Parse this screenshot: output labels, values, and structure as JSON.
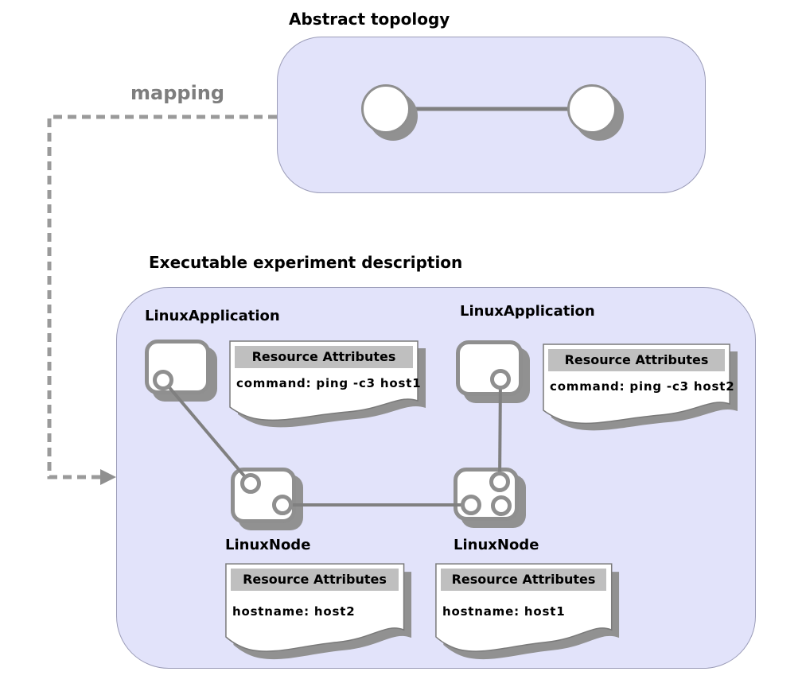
{
  "abstract": {
    "title": "Abstract topology"
  },
  "mapping_label": "mapping",
  "experiment": {
    "title": "Executable experiment description"
  },
  "nodes": {
    "app1": {
      "label": "LinuxApplication"
    },
    "app2": {
      "label": "LinuxApplication"
    },
    "node1": {
      "label": "LinuxNode"
    },
    "node2": {
      "label": "LinuxNode"
    }
  },
  "notes": {
    "app1": {
      "header": "Resource Attributes",
      "body": "command: ping -c3 host1"
    },
    "app2": {
      "header": "Resource Attributes",
      "body": "command: ping -c3 host2"
    },
    "node1": {
      "header": "Resource Attributes",
      "body": "hostname: host2"
    },
    "node2": {
      "header": "Resource Attributes",
      "body": "hostname: host1"
    }
  },
  "colors": {
    "panel_fill": "#e2e3fa",
    "panel_border": "#9b9cb8",
    "note_header_bg": "#bfbfbf",
    "node_border": "#8f8f8f",
    "shadow": "#919191",
    "connector_line": "#808080",
    "mapping_dash": "#9a9a9a",
    "mapping_text": "#7e7e7e"
  }
}
